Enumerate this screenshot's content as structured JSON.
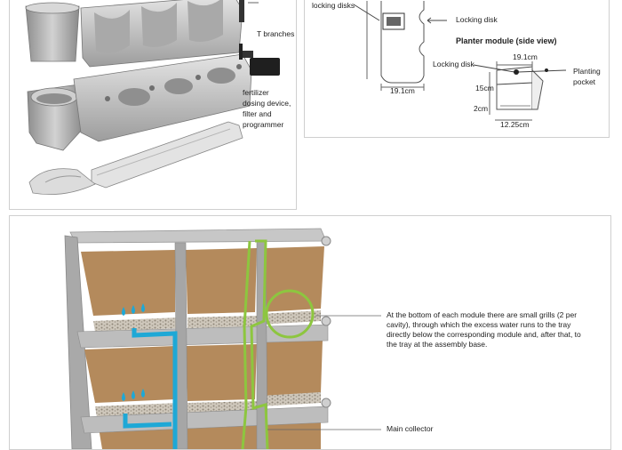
{
  "exploded_view": {
    "labels": {
      "t_branches": "T branches",
      "fertilizer_lines": [
        "fertilizer",
        "dosing device,",
        "filter and",
        "programmer"
      ]
    }
  },
  "dimensions": {
    "front_view": {
      "locking_disks": "locking disks",
      "locking_disk": "Locking disk",
      "width": "19.1cm"
    },
    "side_view": {
      "title": "Planter module (side view)",
      "locking_disk": "Locking disk",
      "top_width": "19.1cm",
      "planting_pocket_lines": [
        "Planting",
        "pocket"
      ],
      "height_main": "15cm",
      "height_base": "2cm",
      "base_width": "12.25cm"
    }
  },
  "section_view": {
    "grill_note": "At the bottom of each module there are small grills (2 per cavity), through which the excess water runs to the tray directly below the corresponding module and, after that, to the tray at the assembly base.",
    "main_collector": "Main collector"
  },
  "colors": {
    "soil": "#b48a5c",
    "frame": "#b9b9b9",
    "water": "#1ea8d6",
    "collector": "#8dc63f"
  }
}
